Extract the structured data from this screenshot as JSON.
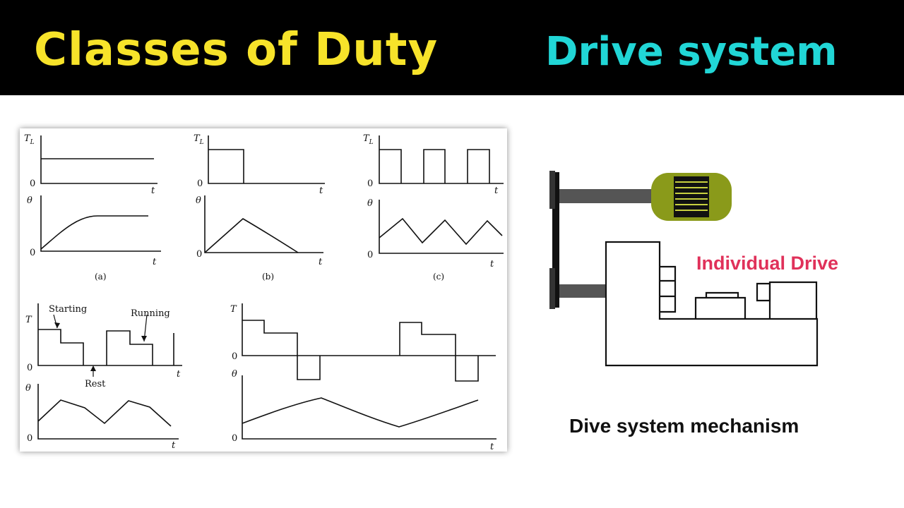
{
  "header": {
    "title_left": "Classes of Duty",
    "title_right": "Drive system",
    "title_left_color": "#f7e32a",
    "title_right_color": "#21d6d6",
    "background": "#000000"
  },
  "duty_figure": {
    "axis_TL": "T",
    "axis_TL_sub": "L",
    "axis_theta": "θ",
    "axis_t": "t",
    "axis_T": "T",
    "origin": "0",
    "caption_a": "(a)",
    "caption_b": "(b)",
    "caption_c": "(c)",
    "label_starting": "Starting",
    "label_running": "Running",
    "label_rest": "Rest"
  },
  "mechanism": {
    "label": "Individual Drive",
    "label_color": "#e0315a",
    "motor_color": "#8a9a1a",
    "caption": "Dive system mechanism"
  }
}
